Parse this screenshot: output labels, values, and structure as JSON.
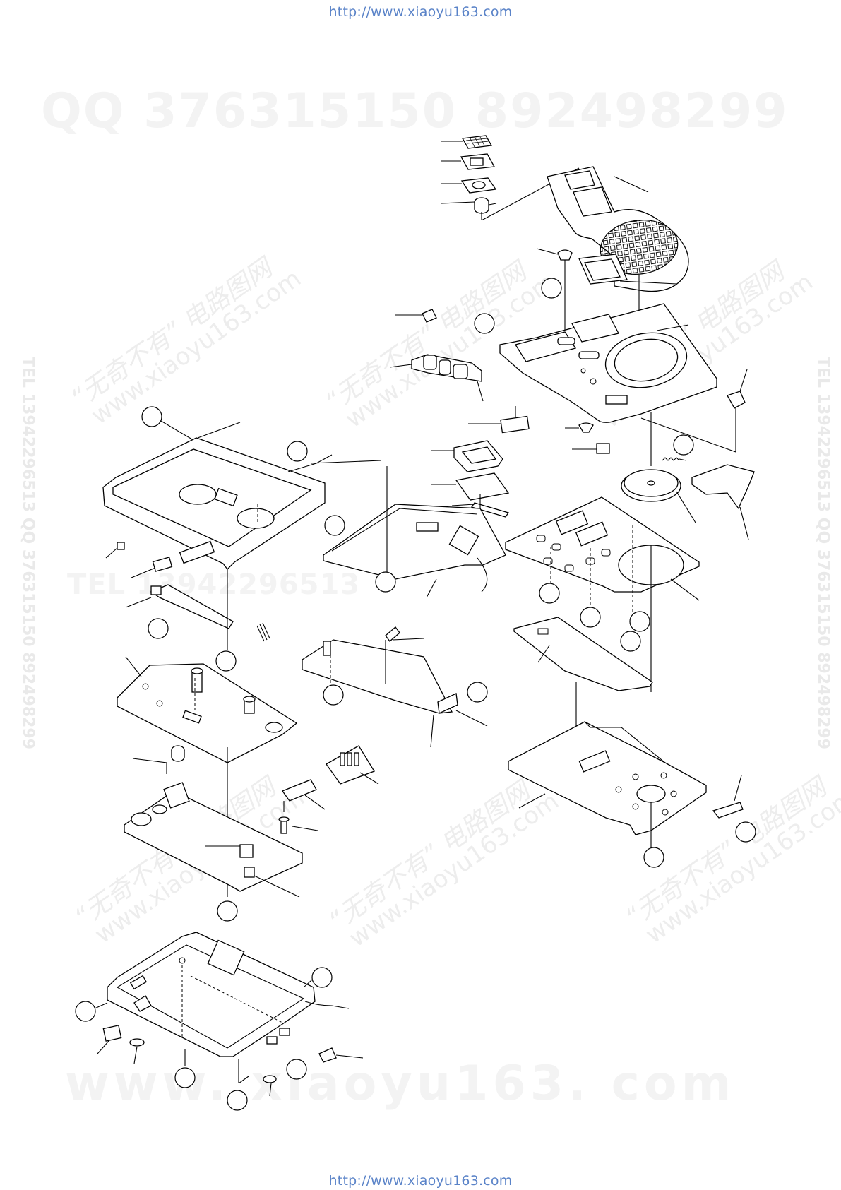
{
  "header": {
    "url": "http://www.xiaoyu163.com"
  },
  "footer": {
    "url": "http://www.xiaoyu163.com"
  },
  "watermark": {
    "qq_line": "QQ 376315150   892498299",
    "tel_line": "TEL 13942296513",
    "www_line": "www. xiaoyu163. com",
    "side_line": "TEL 13942296513  QQ 376315150  892498299",
    "stamp_cn": "“无奇不有”  电路图网",
    "stamp_en": "www.xiaoyu163.com",
    "color": "#ededed"
  },
  "diagram": {
    "type": "exploded-view",
    "ink_color": "#000000",
    "link_color": "#5a83c8"
  }
}
